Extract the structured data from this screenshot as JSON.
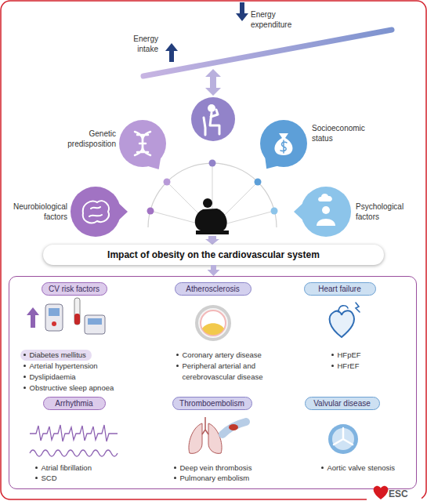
{
  "diagram": {
    "nodes": [
      {
        "text": [
          "Genetic predisposition"
        ]
      },
      {
        "text": [
          "Socioeconomic status"
        ]
      },
      {
        "text": [
          "Neurobiological factors"
        ]
      },
      {
        "text": [
          "Psychological factors"
        ]
      },
      {
        "text": [
          "Impact of obesity on the cardiovascular system"
        ]
      },
      {
        "text": []
      },
      {
        "text": [
          "CV risk factors",
          "Diabetes mellitus",
          "Arterial hypertension",
          "Dyslipidaemia",
          "Obstructive sleep apnoea"
        ],
        "in": 5
      },
      {
        "text": [
          "Atherosclerosis",
          "Coronary artery disease",
          "Peripheral arterial and cerebrovascular disease"
        ],
        "in": 5
      },
      {
        "text": [
          "Heart failure",
          "HFpEF",
          "HFrEF"
        ],
        "in": 5
      },
      {
        "text": [
          "Arrhythmia",
          "Atrial fibrillation",
          "SCD"
        ],
        "in": 5
      },
      {
        "text": [
          "Thromboembolism",
          "Deep vein thrombosis",
          "Pulmonary embolism"
        ],
        "in": 5
      },
      {
        "text": [
          "Valvular disease",
          "Aortic valve stenosis"
        ],
        "in": 5
      }
    ],
    "edges": [
      {
        "from": 4,
        "to": 5,
        "arrow": "to"
      }
    ],
    "labels": [
      "Energy intake",
      "Energy expenditure",
      "ESC"
    ]
  }
}
